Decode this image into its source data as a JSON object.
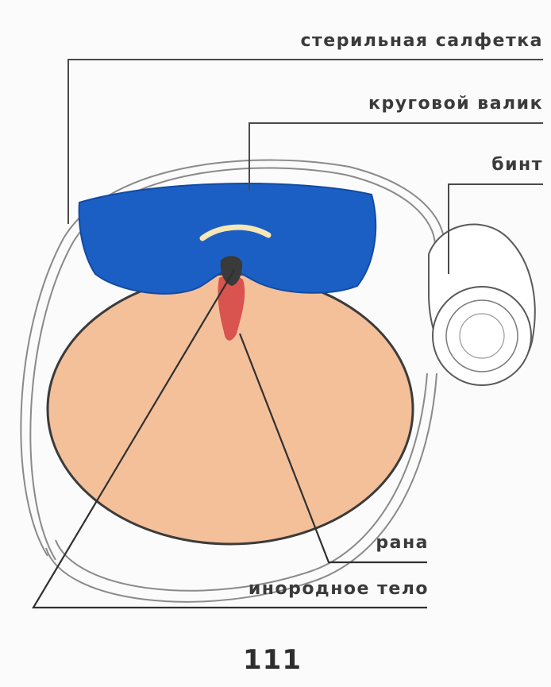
{
  "labels": {
    "sterile_napkin": "стерильная салфетка",
    "ring_roll": "круговой валик",
    "bandage": "бинт",
    "wound": "рана",
    "foreign_body": "инородное тело"
  },
  "page_number": "111",
  "colors": {
    "background": "#fbfbfb",
    "ring_roll": "#1c5fc4",
    "ring_roll_dark": "#114aa3",
    "skin": "#f3c09a",
    "skin_outline": "#3b3b3b",
    "wound": "#d9534f",
    "foreign_body": "#3a3a3a",
    "bandage": "#ffffff"
  }
}
